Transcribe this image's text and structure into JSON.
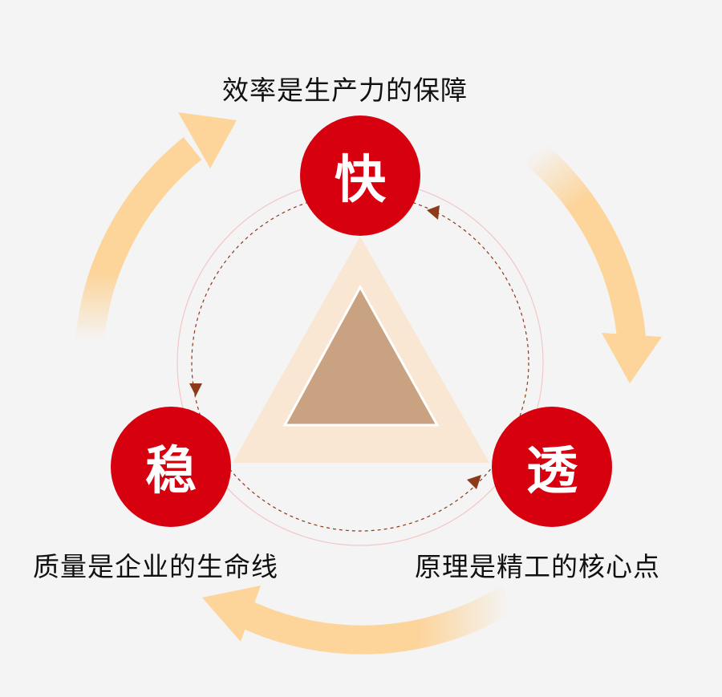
{
  "nodes": {
    "fast": {
      "char": "快",
      "caption": "效率是生产力的保障"
    },
    "stable": {
      "char": "稳",
      "caption": "质量是企业的生命线"
    },
    "thorough": {
      "char": "透",
      "caption": "原理是精工的核心点"
    }
  },
  "colors": {
    "node_red": "#d7000f",
    "arrow_peach": "#fdd49a",
    "outer_triangle": "#f9e6d3",
    "inner_triangle": "#c9a281",
    "dashed_line": "#8b3a1a"
  }
}
